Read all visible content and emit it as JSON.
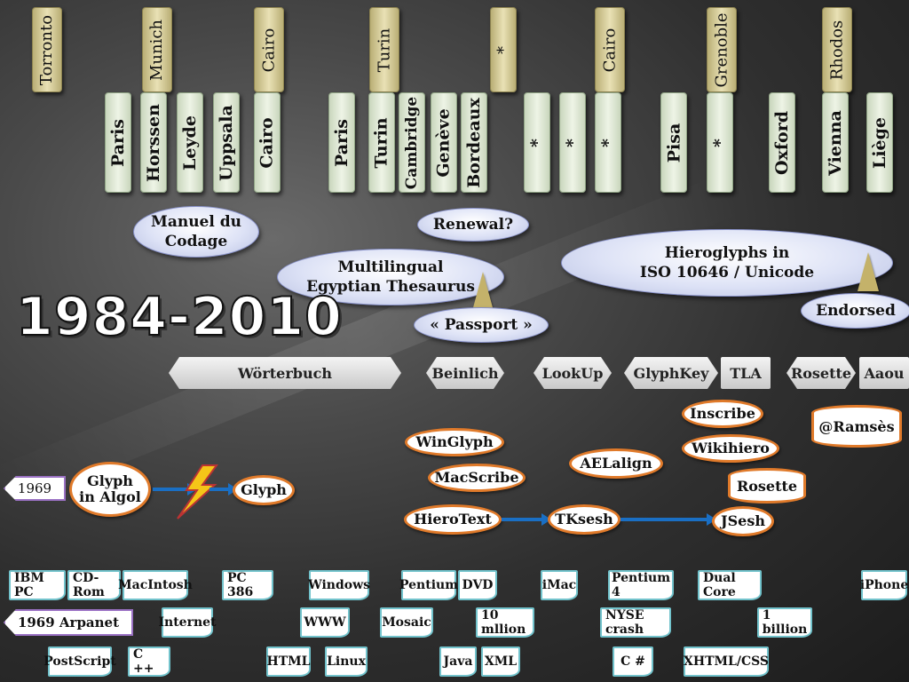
{
  "top_cities": [
    "Torronto",
    "Munich",
    "Cairo",
    "Turin",
    "*",
    "Cairo",
    "Grenoble",
    "Rhodos"
  ],
  "second_cities": [
    "Paris",
    "Horssen",
    "Leyde",
    "Uppsala",
    "Cairo",
    "Paris",
    "Turin",
    "Cambridge",
    "Genève",
    "Bordeaux",
    "*",
    "*",
    "*",
    "Pisa",
    "*",
    "Oxford",
    "Vienna",
    "Liège"
  ],
  "ovals": {
    "manuel": "Manuel du Codage",
    "renewal": "Renewal?",
    "thesaurus_line1": "Multilingual",
    "thesaurus_line2": "Egyptian Thesaurus",
    "passport": "« Passport »",
    "unicode_line1": "Hieroglyphs in",
    "unicode_line2": "ISO 10646 / Unicode",
    "endorsed": "Endorsed"
  },
  "title": "1984-2010",
  "projects": [
    "Wörterbuch",
    "Beinlich",
    "LookUp",
    "GlyphKey",
    "TLA",
    "Rosette",
    "Aaou"
  ],
  "software": {
    "inscribe": "Inscribe",
    "ramses": "@Ramsès",
    "winglyph": "WinGlyph",
    "wikihiero": "Wikihiero",
    "aelalign": "AELalign",
    "macscribe": "MacScribe",
    "rosette": "Rosette",
    "glyph_algol_line1": "Glyph",
    "glyph_algol_line2": "in Algol",
    "glyph": "Glyph",
    "hierotext": "HieroText",
    "tksesh": "TKsesh",
    "jsesh": "JSesh",
    "year_1969": "1969"
  },
  "tech": {
    "row1": [
      "IBM PC",
      "CD-Rom",
      "MacIntosh",
      "PC 386",
      "Windows",
      "Pentium",
      "DVD",
      "iMac",
      "Pentium 4",
      "Dual Core",
      "iPhone"
    ],
    "arpanet": "1969 Arpanet",
    "row2": [
      "Internet",
      "WWW",
      "Mosaic",
      "10 mllion",
      "NYSE crash",
      "1 billion"
    ],
    "row3": [
      "PostScript",
      "C ++",
      "HTML",
      "Linux",
      "Java",
      "XML",
      "C #",
      "XHTML/CSS"
    ]
  },
  "colors": {
    "gold_tag": "#e0d7a8",
    "mint_tag": "#e3ecd9",
    "oval_fill": "#dde2f6",
    "software_border": "#e07a2a",
    "arrow_blue": "#1a6fc4",
    "wave_border": "#72c3cc",
    "lightning": "#f5c518"
  }
}
